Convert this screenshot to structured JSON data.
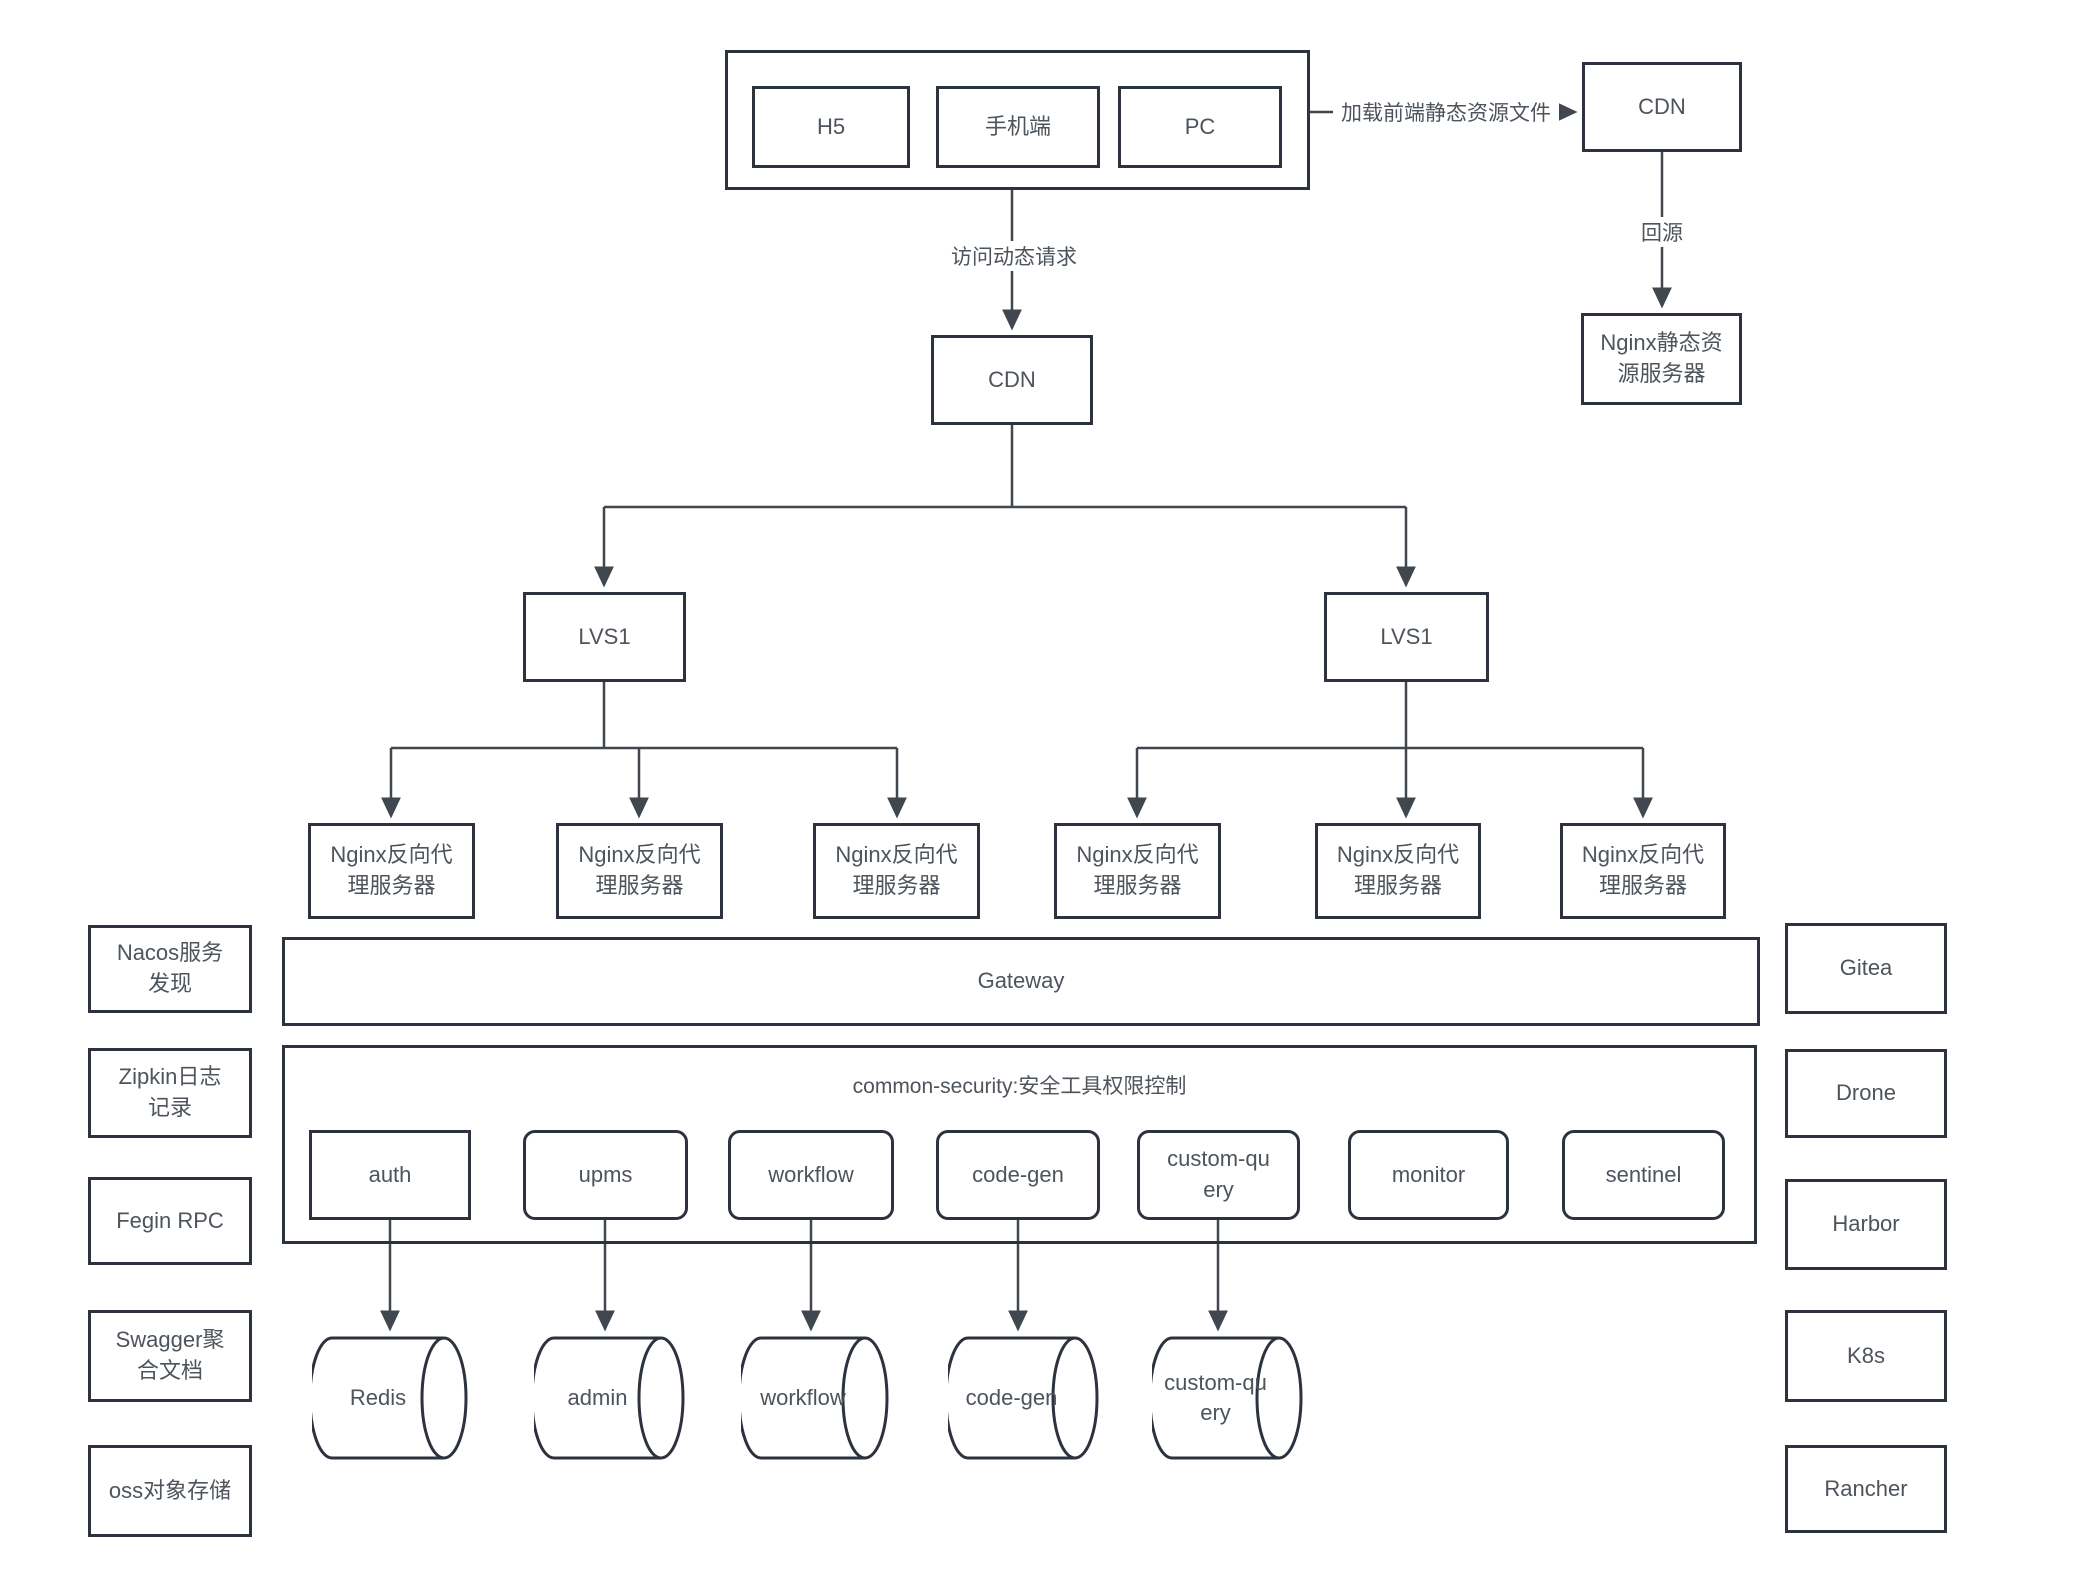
{
  "diagram": {
    "clients": {
      "h5": "H5",
      "mobile": "手机端",
      "pc": "PC"
    },
    "cdn": "CDN",
    "nginx_static_server": "Nginx静态资源服务器",
    "lvs": "LVS1",
    "nginx_reverse_proxy": "Nginx反向代理服务器",
    "gateway": "Gateway",
    "security_container_title": "common-security:安全工具权限控制",
    "edge_labels": {
      "load_front_static": "加载前端静态资源文件",
      "back_to_source": "回源",
      "dynamic_request": "访问动态请求"
    },
    "services": [
      "auth",
      "upms",
      "workflow",
      "code-gen",
      "custom-query",
      "monitor",
      "sentinel"
    ],
    "databases": [
      "Redis",
      "admin",
      "workflow",
      "code-gen",
      "custom-query"
    ],
    "left_panel": [
      "Nacos服务发现",
      "Zipkin日志记录",
      "Fegin RPC",
      "Swagger聚合文档",
      "oss对象存储"
    ],
    "right_panel": [
      "Gitea",
      "Drone",
      "Harbor",
      "K8s",
      "Rancher"
    ],
    "colors": {
      "border": "#2c333e",
      "line": "#40474e",
      "text": "#4d545c",
      "background": "#ffffff"
    }
  }
}
